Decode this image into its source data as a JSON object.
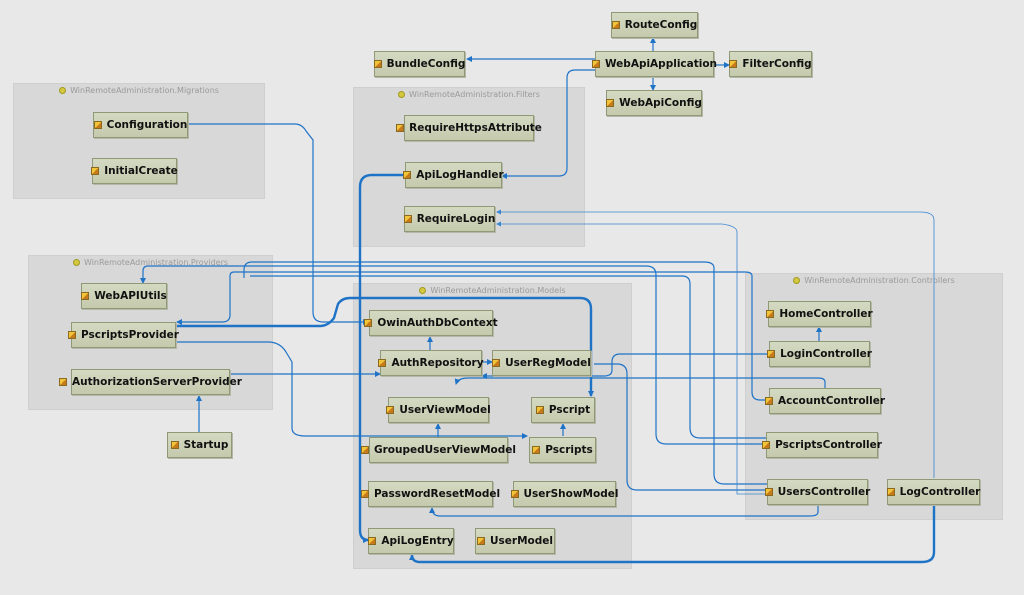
{
  "namespaces": {
    "migrations": "WinRemoteAdministration.Migrations",
    "filters": "WinRemoteAdministration.Filters",
    "providers": "WinRemoteAdministration.Providers",
    "models": "WinRemoteAdministration.Models",
    "controllers": "WinRemoteAdministration.Controllers"
  },
  "classes": {
    "route_config": "RouteConfig",
    "bundle_config": "BundleConfig",
    "web_api_application": "WebApiApplication",
    "filter_config": "FilterConfig",
    "web_api_config": "WebApiConfig",
    "configuration": "Configuration",
    "initial_create": "InitialCreate",
    "require_https_attribute": "RequireHttpsAttribute",
    "api_log_handler": "ApiLogHandler",
    "require_login": "RequireLogin",
    "web_api_utils": "WebAPIUtils",
    "pscripts_provider": "PscriptsProvider",
    "authorization_server_provider": "AuthorizationServerProvider",
    "startup": "Startup",
    "owin_auth_db_context": "OwinAuthDbContext",
    "auth_repository": "AuthRepository",
    "user_reg_model": "UserRegModel",
    "user_view_model": "UserViewModel",
    "pscript": "Pscript",
    "grouped_user_view_model": "GroupedUserViewModel",
    "pscripts": "Pscripts",
    "password_reset_model": "PasswordResetModel",
    "user_show_model": "UserShowModel",
    "api_log_entry": "ApiLogEntry",
    "user_model": "UserModel",
    "home_controller": "HomeController",
    "login_controller": "LoginController",
    "account_controller": "AccountController",
    "pscripts_controller": "PscriptsController",
    "users_controller": "UsersController",
    "log_controller": "LogController"
  },
  "colors": {
    "edge": "#1f73c7",
    "class_fill": "#ccd1b8",
    "class_border": "#8f9975",
    "namespace_fill": "#d8d8d8",
    "background": "#e8e8e8"
  },
  "icons": {
    "class": "class-icon",
    "namespace": "namespace-icon"
  }
}
